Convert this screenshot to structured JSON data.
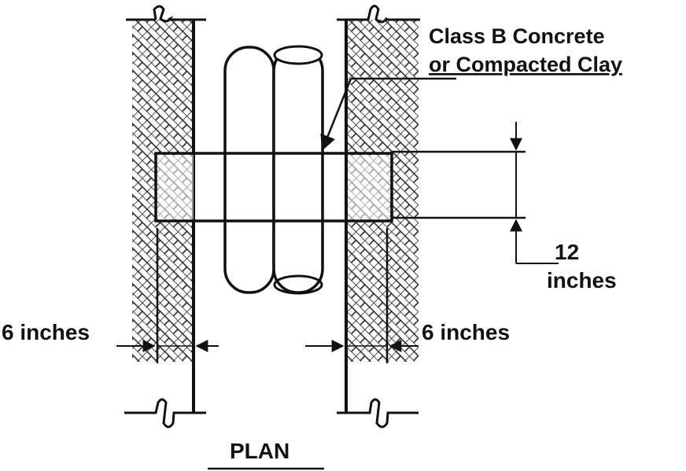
{
  "diagram": {
    "material_label_line1": "Class B Concrete",
    "material_label_line2": "or Compacted Clay",
    "dimension_12_value": "12",
    "dimension_12_unit": "inches",
    "dimension_left": "6 inches",
    "dimension_right": "6 inches",
    "view_title": "PLAN"
  },
  "colors": {
    "line": "#111111",
    "background": "#ffffff"
  }
}
